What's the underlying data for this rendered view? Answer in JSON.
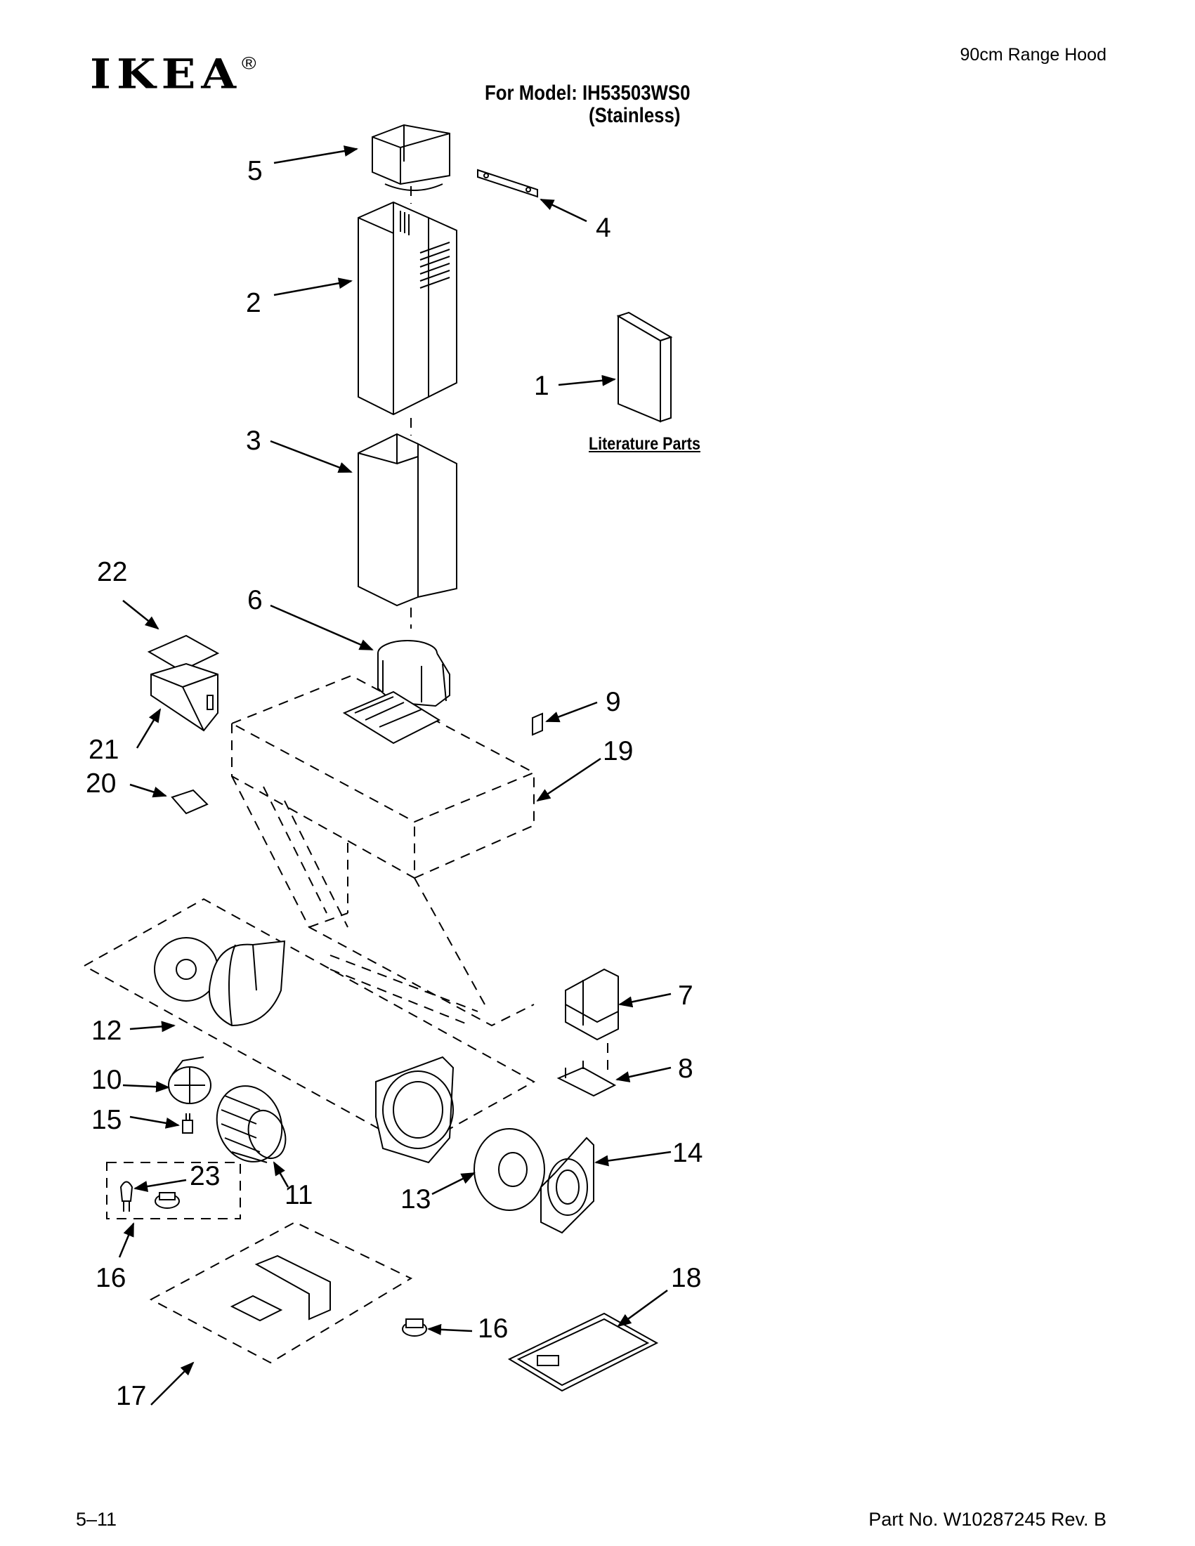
{
  "header": {
    "logo_text": "IKEA",
    "logo_reg": "®",
    "doc_title": "90cm Range Hood",
    "model_line": "For Model: IH53503WS0",
    "variant_line": "(Stainless)"
  },
  "section_label": "Literature Parts",
  "callouts": [
    {
      "id": "c5",
      "label": "5"
    },
    {
      "id": "c4",
      "label": "4"
    },
    {
      "id": "c2",
      "label": "2"
    },
    {
      "id": "c1",
      "label": "1"
    },
    {
      "id": "c3",
      "label": "3"
    },
    {
      "id": "c22",
      "label": "22"
    },
    {
      "id": "c6",
      "label": "6"
    },
    {
      "id": "c9",
      "label": "9"
    },
    {
      "id": "c21",
      "label": "21"
    },
    {
      "id": "c19",
      "label": "19"
    },
    {
      "id": "c20",
      "label": "20"
    },
    {
      "id": "c7",
      "label": "7"
    },
    {
      "id": "c12",
      "label": "12"
    },
    {
      "id": "c8",
      "label": "8"
    },
    {
      "id": "c10",
      "label": "10"
    },
    {
      "id": "c15",
      "label": "15"
    },
    {
      "id": "c14",
      "label": "14"
    },
    {
      "id": "c23",
      "label": "23"
    },
    {
      "id": "c11",
      "label": "11"
    },
    {
      "id": "c13",
      "label": "13"
    },
    {
      "id": "c16a",
      "label": "16"
    },
    {
      "id": "c18",
      "label": "18"
    },
    {
      "id": "c16b",
      "label": "16"
    },
    {
      "id": "c17",
      "label": "17"
    }
  ],
  "footer": {
    "page": "5–11",
    "part_no": "Part No. W10287245 Rev. B"
  }
}
